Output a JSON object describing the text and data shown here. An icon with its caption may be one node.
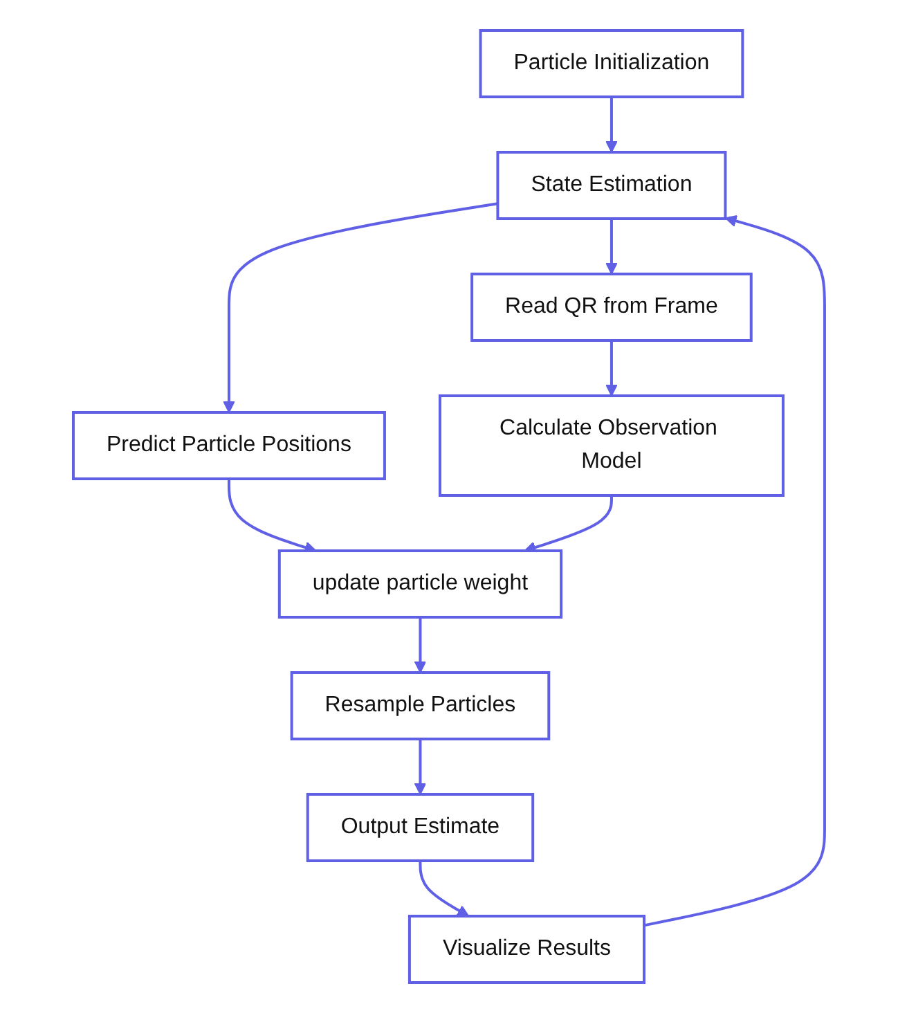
{
  "diagram": {
    "nodes": [
      {
        "text": [
          "Particle Initialization"
        ]
      },
      {
        "text": [
          "State Estimation"
        ]
      },
      {
        "text": [
          "Predict Particle Positions"
        ]
      },
      {
        "text": [
          "Read QR from Frame"
        ]
      },
      {
        "text": [
          "Calculate Observation Model"
        ]
      },
      {
        "text": [
          "update particle weight"
        ]
      },
      {
        "text": [
          "Resample Particles"
        ]
      },
      {
        "text": [
          "Output Estimate"
        ]
      },
      {
        "text": [
          "Visualize Results"
        ]
      }
    ],
    "edges": [
      {
        "from": 0,
        "to": 1,
        "arrow": "to"
      },
      {
        "from": 1,
        "to": 2,
        "arrow": "to"
      },
      {
        "from": 1,
        "to": 3,
        "arrow": "to"
      },
      {
        "from": 3,
        "to": 4,
        "arrow": "to"
      },
      {
        "from": 2,
        "to": 5,
        "arrow": "to"
      },
      {
        "from": 4,
        "to": 5,
        "arrow": "to"
      },
      {
        "from": 5,
        "to": 6,
        "arrow": "to"
      },
      {
        "from": 6,
        "to": 7,
        "arrow": "to"
      },
      {
        "from": 7,
        "to": 8,
        "arrow": "to"
      },
      {
        "from": 8,
        "to": 1,
        "arrow": "to"
      }
    ]
  }
}
